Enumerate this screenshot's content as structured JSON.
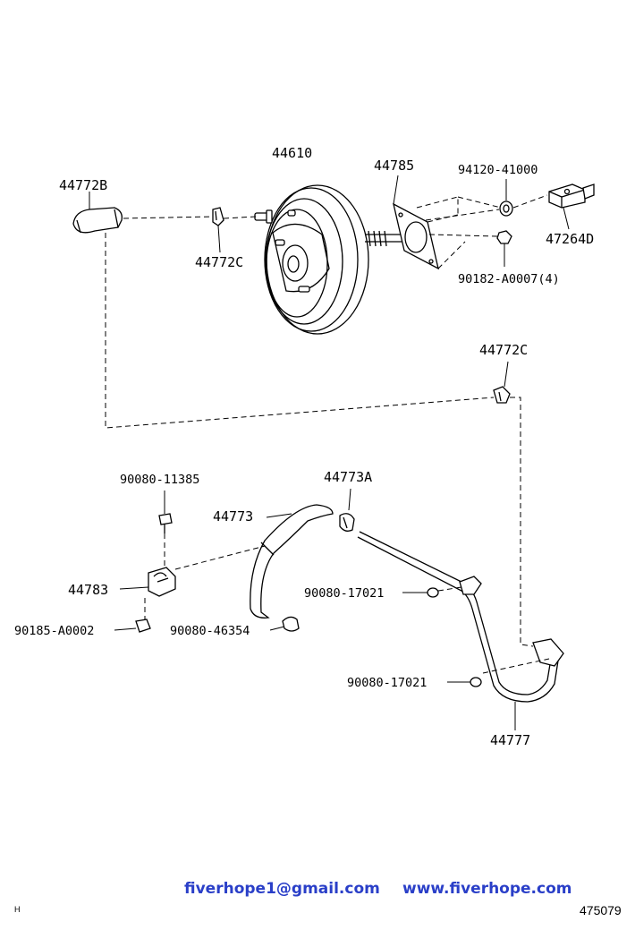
{
  "labels": {
    "p44610": "44610",
    "p44785": "44785",
    "p94120": "94120-41000",
    "p44772b": "44772B",
    "p44772c_top": "44772C",
    "p47264d": "47264D",
    "p90182": "90182-A0007(4)",
    "p44772c_mid": "44772C",
    "p90080_11385": "90080-11385",
    "p44773a": "44773A",
    "p44773": "44773",
    "p44783": "44783",
    "p90080_17021_a": "90080-17021",
    "p90185": "90185-A0002",
    "p90080_46354": "90080-46354",
    "p90080_17021_b": "90080-17021",
    "p44777": "44777"
  },
  "footer": {
    "email": "fiverhope1@gmail.com",
    "website": "www.fiverhope.com",
    "ref_code": "475079",
    "corner_mark": "H"
  },
  "colors": {
    "footer_text": "#2a3fc8",
    "line": "#000000"
  }
}
